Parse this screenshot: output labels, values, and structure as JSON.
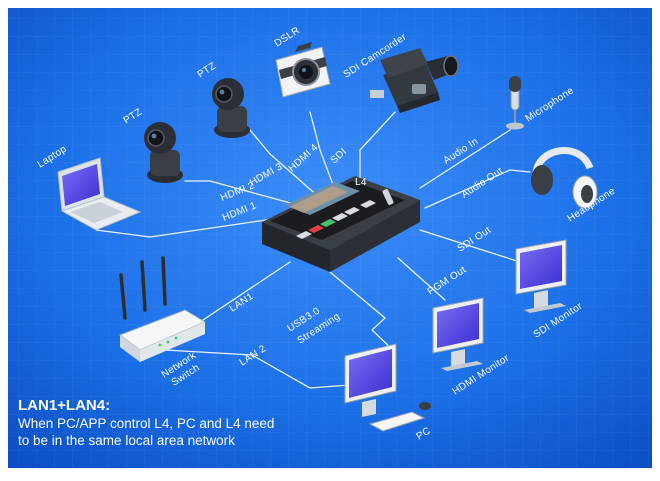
{
  "devices": {
    "dslr": "DSLR",
    "sdi_camcorder": "SDI Camcorder",
    "ptz_1": "PTZ",
    "ptz_2": "PTZ",
    "laptop": "Laptop",
    "microphone": "Microphone",
    "headphone": "Headphone",
    "sdi_monitor": "SDI Monitor",
    "hdmi_monitor": "HDMI Monitor",
    "pc": "PC",
    "network_switch_line1": "Network",
    "network_switch_line2": "Switch"
  },
  "connections": {
    "hdmi1": "HDMI 1",
    "hdmi2": "HDMI 2",
    "hdmi3": "HDMI 3",
    "hdmi4": "HDMI 4",
    "sdi": "SDI",
    "audio_in": "Audio In",
    "audio_out": "Audio Out",
    "sdi_out": "SDI Out",
    "pgm_out": "PGM Out",
    "usb_line1": "USB3.0",
    "usb_line2": "Streaming",
    "lan1": "LAN1",
    "lan2": "LAN 2"
  },
  "device_text": {
    "switcher_logo": "L4"
  },
  "caption": {
    "title": "LAN1+LAN4:",
    "line1": "When PC/APP control L4, PC and L4 need",
    "line2": "to be in the same local area network"
  },
  "colors": {
    "background": "#1b6fe6",
    "line": "#e9f3ff"
  }
}
